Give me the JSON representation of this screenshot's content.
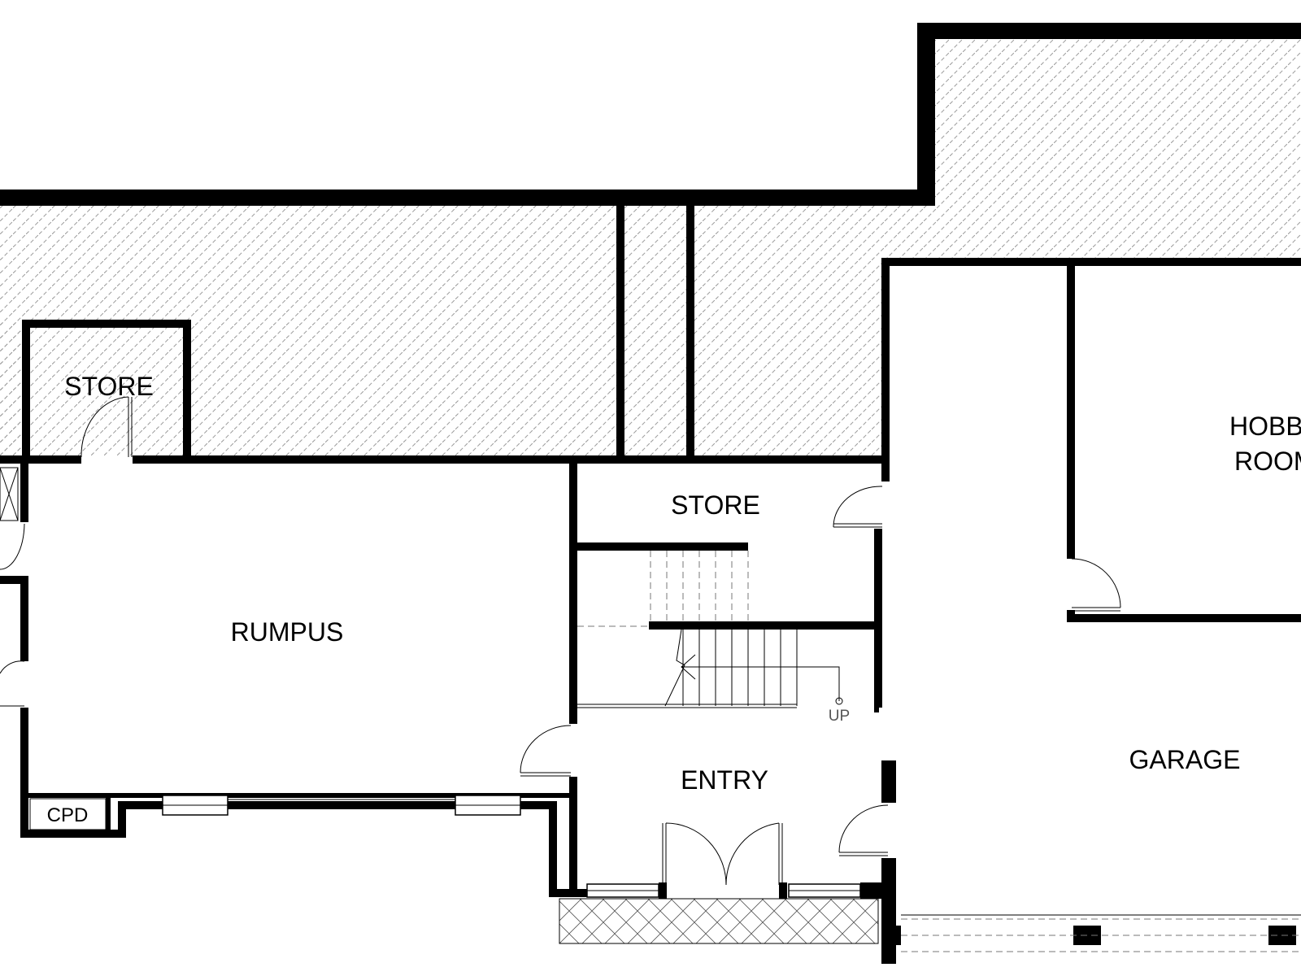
{
  "plan": {
    "labels": {
      "store_left": "STORE",
      "store_center": "STORE",
      "rumpus": "RUMPUS",
      "entry": "ENTRY",
      "garage": "GARAGE",
      "hobby_line1": "HOBB",
      "hobby_line2": "ROOM",
      "cpd": "CPD",
      "up": "UP"
    },
    "colors": {
      "wall": "#000000",
      "hatch": "#9a9a9a",
      "background": "#ffffff"
    }
  }
}
